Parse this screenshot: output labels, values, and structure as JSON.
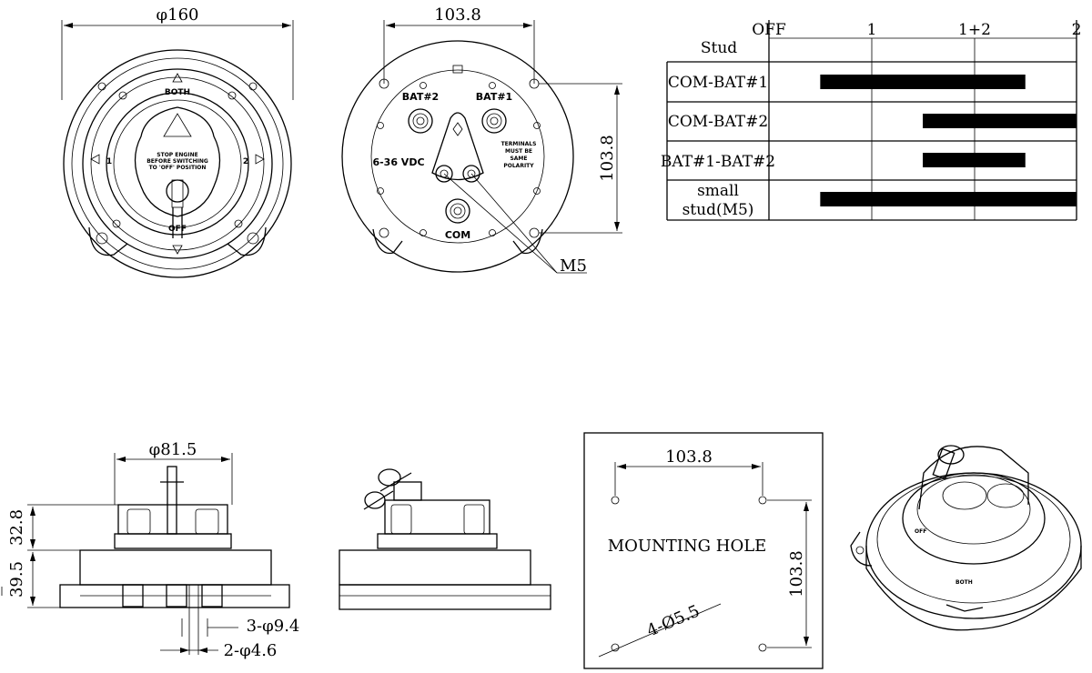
{
  "front_view": {
    "dim_diameter": "φ160",
    "label_top": "BOTH",
    "label_left": "1",
    "label_right": "2",
    "label_bottom": "OFF",
    "warning_line1": "STOP ENGINE",
    "warning_line2": "BEFORE SWITCHING",
    "warning_line3": "TO 'OFF' POSITION"
  },
  "rear_view": {
    "dim_width": "103.8",
    "dim_height": "103.8",
    "label_bat2": "BAT#2",
    "label_bat1": "BAT#1",
    "label_voltage": "6-36 VDC",
    "label_com": "COM",
    "polarity_line1": "TERMINALS",
    "polarity_line2": "MUST BE",
    "polarity_line3": "SAME",
    "polarity_line4": "POLARITY",
    "callout_m5": "M5"
  },
  "table": {
    "header_stud": "Stud",
    "positions": [
      "OFF",
      "1",
      "1+2",
      "2"
    ],
    "rows": [
      {
        "label": "COM-BAT#1",
        "from": 0.5,
        "to": 2.5
      },
      {
        "label": "COM-BAT#2",
        "from": 1.5,
        "to": 3.0
      },
      {
        "label": "BAT#1-BAT#2",
        "from": 1.5,
        "to": 2.5
      },
      {
        "label_line1": "small",
        "label_line2": "stud(M5)",
        "from": 0.5,
        "to": 3.0
      }
    ]
  },
  "side_view": {
    "dim_diameter": "φ81.5",
    "dim_upper": "32.8",
    "dim_lower": "39.5",
    "dim_studs_large": "3-φ9.4",
    "dim_studs_small": "2-φ4.6"
  },
  "mounting": {
    "dim_width": "103.8",
    "dim_height": "103.8",
    "title": "MOUNTING HOLE",
    "holes": "4-Ø5.5"
  }
}
